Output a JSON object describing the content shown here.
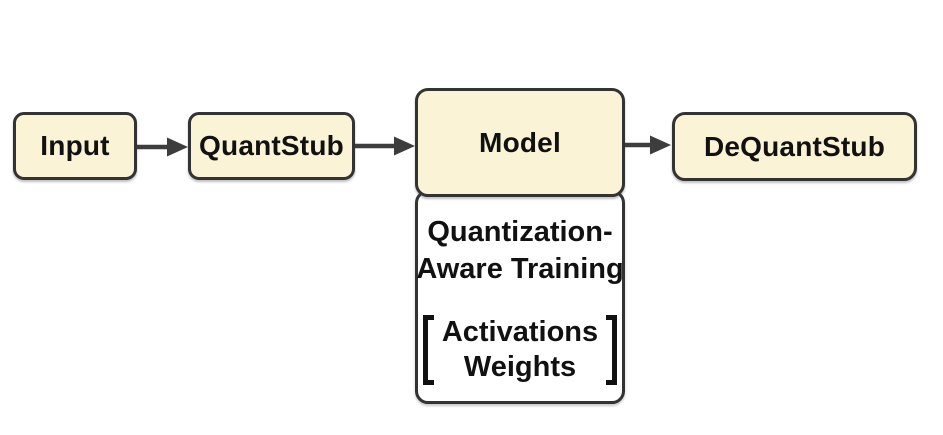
{
  "diagram": {
    "nodes": {
      "input": {
        "label": "Input"
      },
      "quantstub": {
        "label": "QuantStub"
      },
      "model": {
        "label": "Model"
      },
      "dequantstub": {
        "label": "DeQuantStub"
      }
    },
    "annotation": {
      "line1": "Quantization-",
      "line2": "Aware Training",
      "bracket_items": [
        "Activations",
        "Weights"
      ]
    },
    "colors": {
      "node_fill": "#FAF3D6",
      "node_border": "#333333",
      "annotation_fill": "#FFFFFF",
      "arrow": "#3D3D3D",
      "text": "#111111",
      "background": "#FFFFFF"
    }
  }
}
